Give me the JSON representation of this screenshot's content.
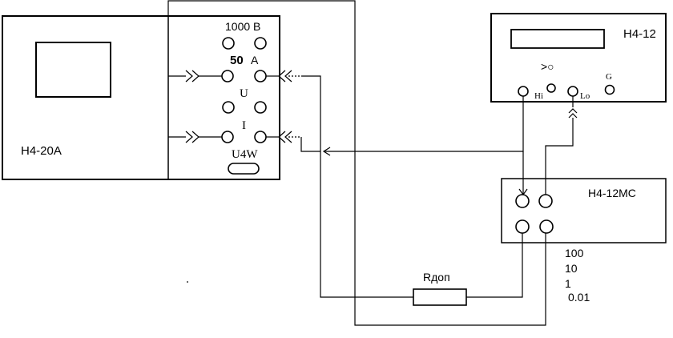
{
  "devices": {
    "n4_20a": {
      "label": "Н4-20А"
    },
    "panel": {
      "v_label": "1000 В",
      "a_value": "50",
      "a_unit": "А",
      "u_label": "U",
      "i_label": "I",
      "u4w_label": "U4W"
    },
    "n4_12": {
      "label": "Н4-12",
      "hi_label": "Hi",
      "lo_label": "Lo",
      "g_label": "G",
      "symbol": ">○"
    },
    "n4_12ms": {
      "label": "Н4-12МС"
    },
    "resistor": {
      "label": "Rдоп"
    }
  },
  "ranges": [
    "100",
    "10",
    "1",
    "0.01"
  ]
}
